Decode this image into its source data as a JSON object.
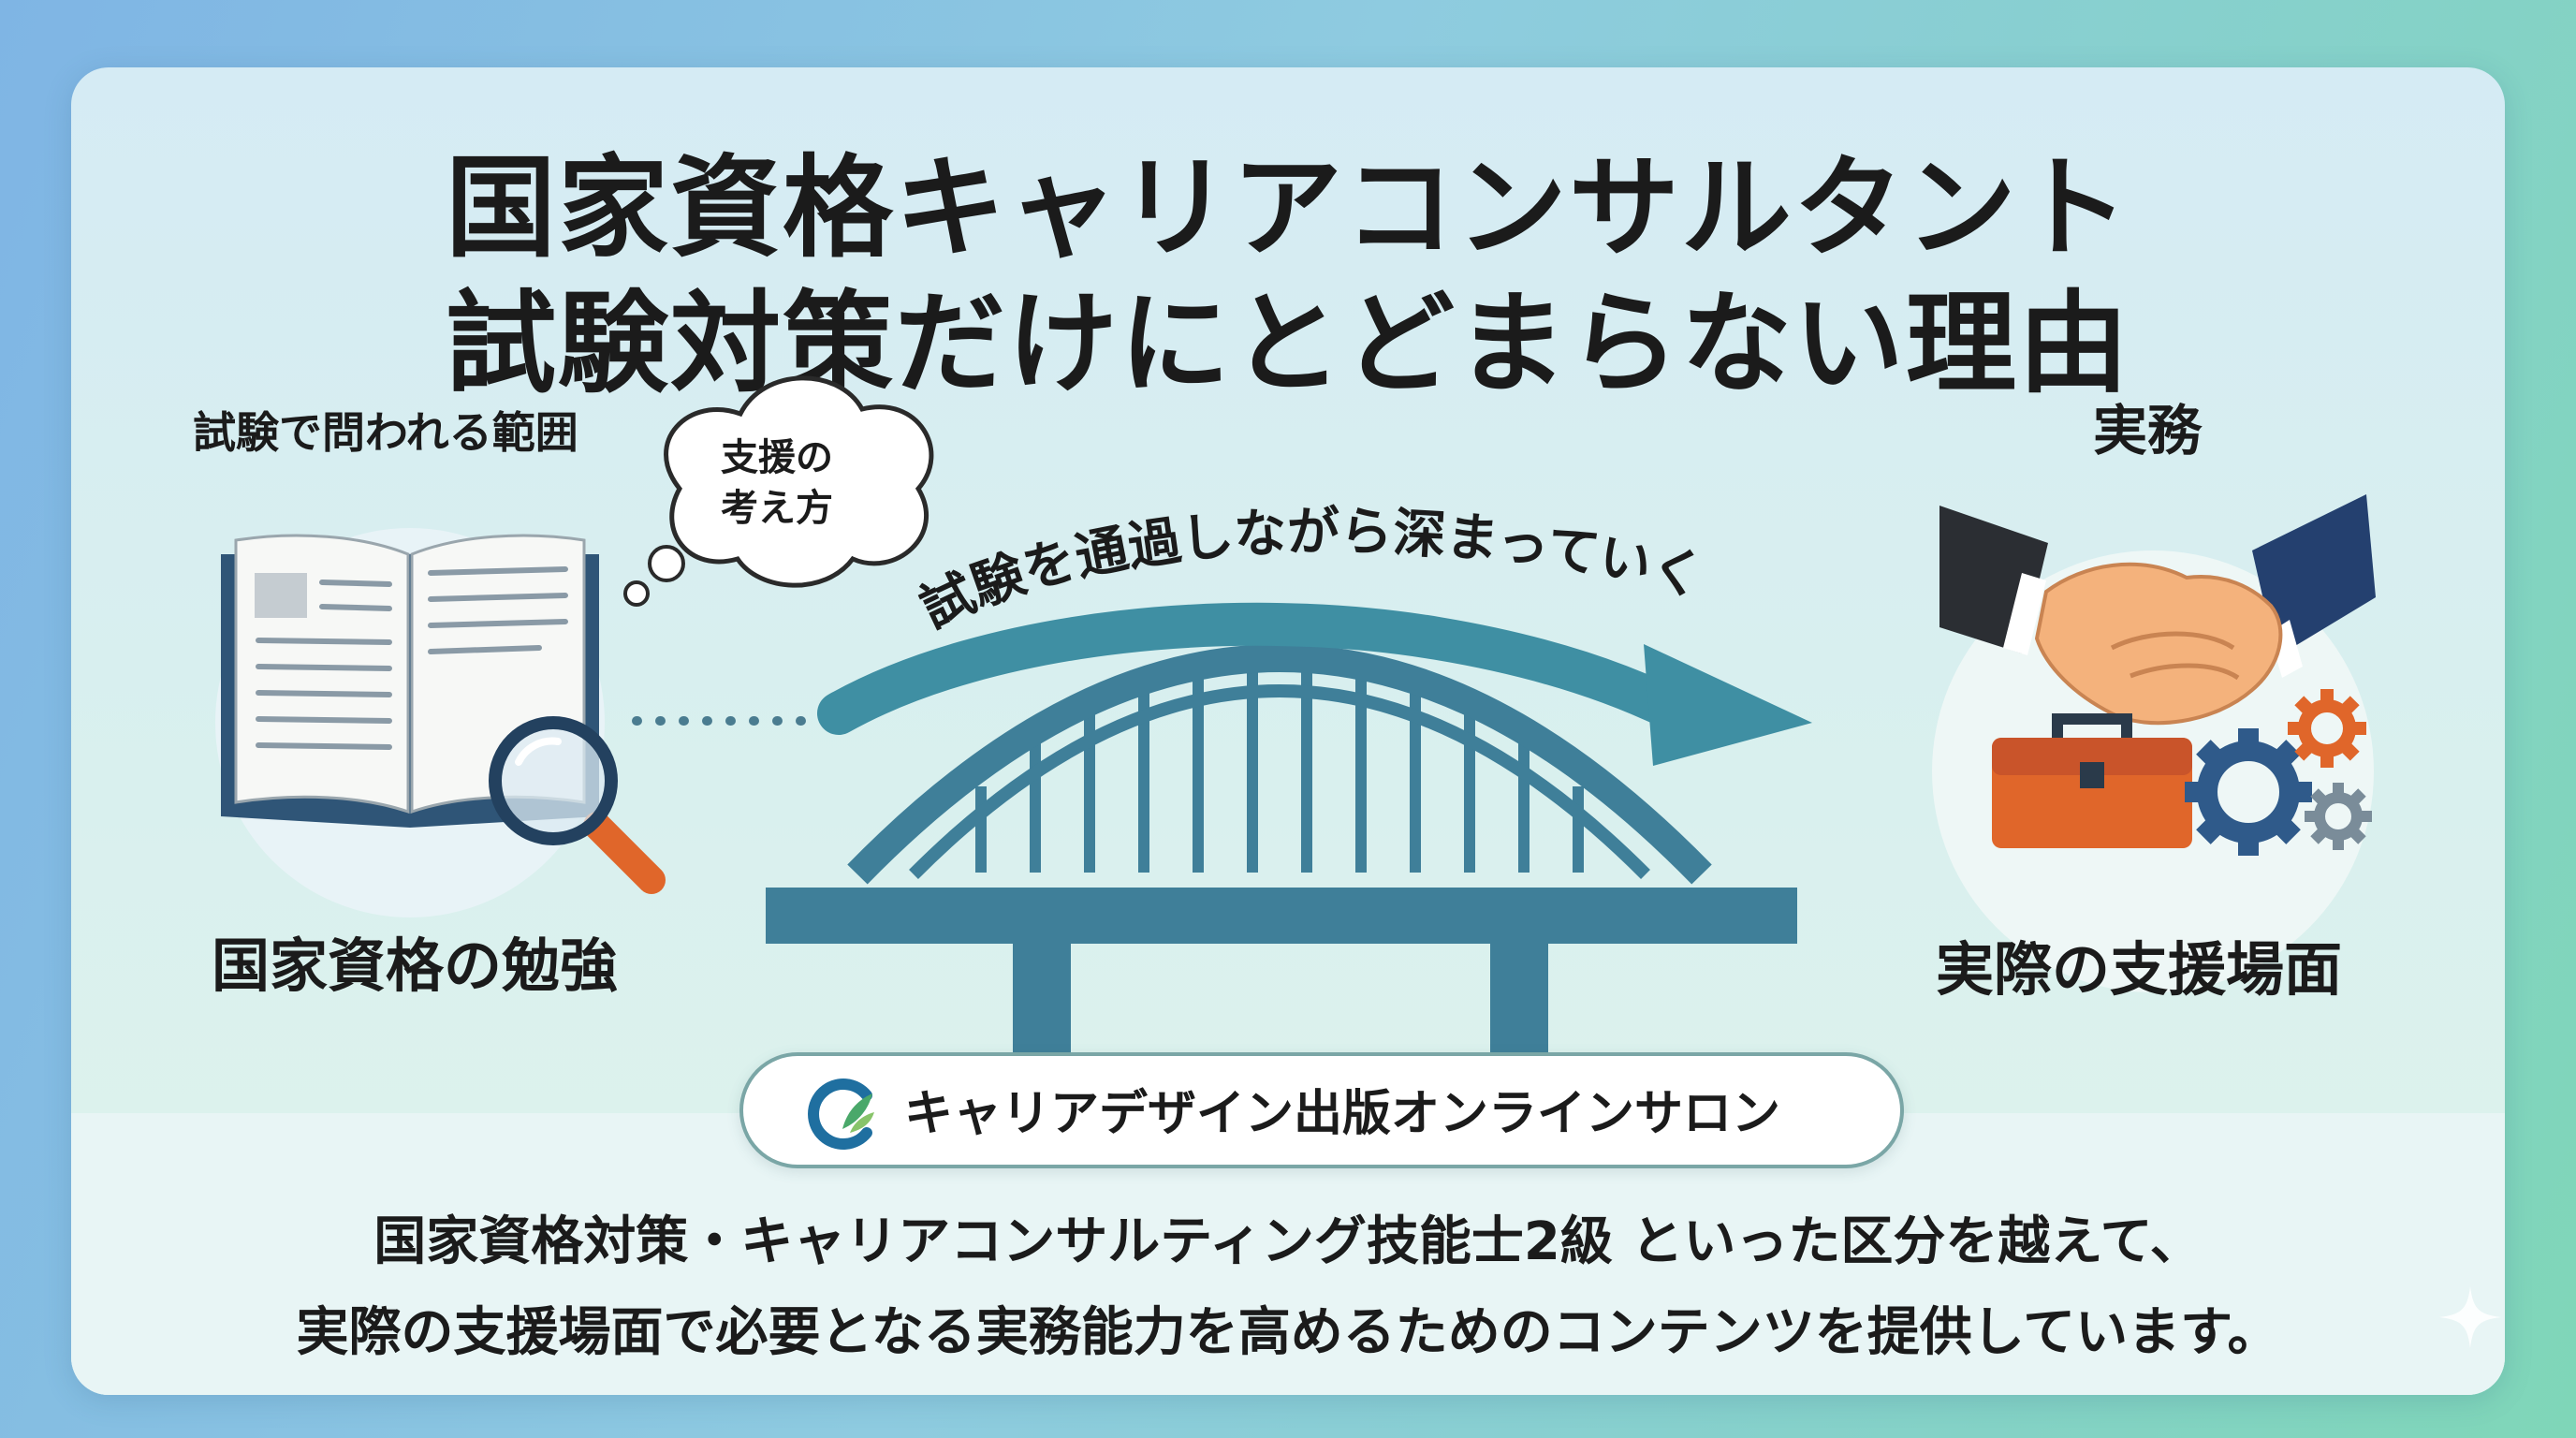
{
  "header": {
    "title_line1": "国家資格キャリアコンサルタント",
    "title_line2": "試験対策だけにとどまらない理由"
  },
  "left": {
    "top_label": "試験で問われる範囲",
    "bubble_line1": "支援の",
    "bubble_line2": "考え方",
    "bottom_label": "国家資格の勉強"
  },
  "center": {
    "arc_label": "試験を通過しながら深まっていく"
  },
  "right": {
    "top_label": "実務",
    "bottom_label": "実際の支援場面"
  },
  "brand": {
    "name": "キャリアデザイン出版オンラインサロン"
  },
  "footer": {
    "line1": "国家資格対策・キャリアコンサルティング技能士2級 といった区分を越えて、",
    "line2": "実際の支援場面で必要となる実務能力を高めるためのコンテンツを提供しています。"
  },
  "icons": {
    "book": "open-book-icon",
    "magnifier": "magnifying-glass-icon",
    "bridge": "arch-bridge-icon",
    "arrow": "curved-arrow-icon",
    "handshake": "handshake-icon",
    "toolbox": "toolbox-icon",
    "gears": "gears-icon",
    "logo": "brand-logo-icon",
    "sparkle": "sparkle-icon"
  },
  "colors": {
    "teal": "#3f8fa3",
    "bridge": "#3f7f99",
    "orange": "#e0662a",
    "navy": "#24406f"
  }
}
